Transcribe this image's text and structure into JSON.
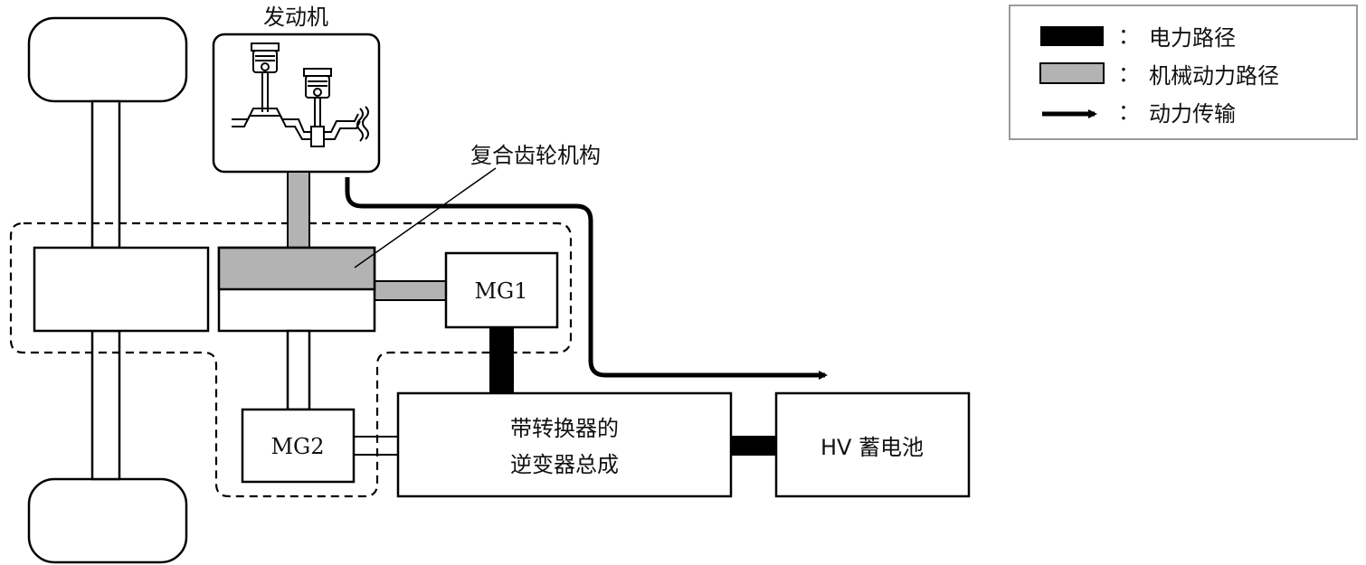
{
  "diagram": {
    "engine_label": "发动机",
    "gear_label": "复合齿轮机构",
    "mg1_label": "MG1",
    "mg2_label": "MG2",
    "inverter_label_line1": "带转换器的",
    "inverter_label_line2": "逆变器总成",
    "battery_label": "HV 蓄电池"
  },
  "legend": {
    "separator": "：",
    "items": [
      {
        "swatch": "black-bar",
        "label": "电力路径",
        "color": "#000000"
      },
      {
        "swatch": "gray-bar",
        "label": "机械动力路径",
        "color": "#b3b3b3"
      },
      {
        "swatch": "arrow",
        "label": "动力传输",
        "color": "#000000"
      }
    ]
  },
  "colors": {
    "electric_path": "#000000",
    "mechanical_path": "#b3b3b3",
    "stroke": "#000000",
    "legend_border": "#9a9a9a"
  }
}
